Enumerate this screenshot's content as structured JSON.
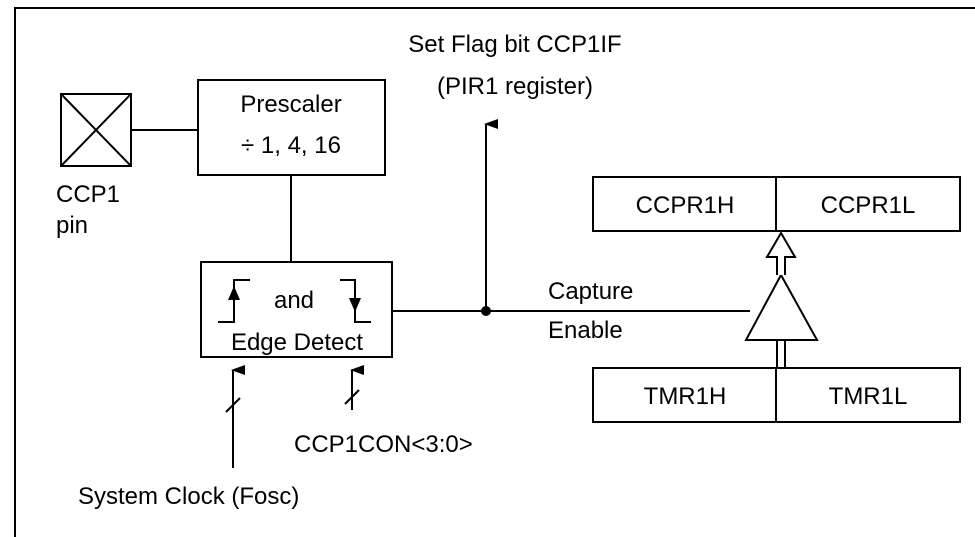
{
  "flag": {
    "line1": "Set Flag bit CCP1IF",
    "line2": "(PIR1 register)"
  },
  "pin": {
    "line1": "CCP1",
    "line2": "pin"
  },
  "prescaler": {
    "title": "Prescaler",
    "values": "÷ 1, 4, 16"
  },
  "edge_detect": {
    "line1": "and",
    "line2": "Edge Detect"
  },
  "capture": {
    "line1": "Capture",
    "line2": "Enable"
  },
  "ccpr": {
    "high": "CCPR1H",
    "low": "CCPR1L"
  },
  "tmr": {
    "high": "TMR1H",
    "low": "TMR1L"
  },
  "control": {
    "ccp1con": "CCP1CON<3:0>",
    "clock": "System Clock (Fosc)"
  }
}
